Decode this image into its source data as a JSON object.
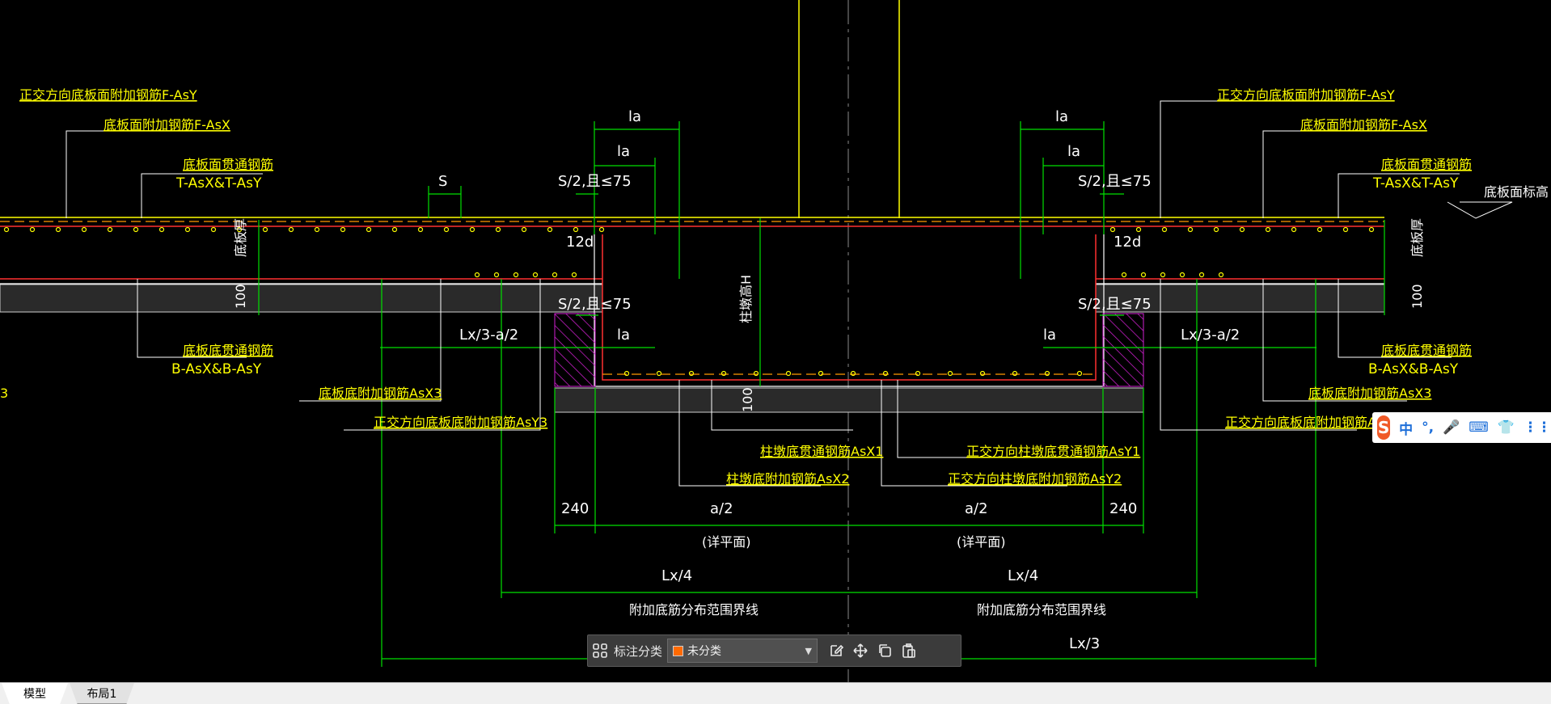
{
  "drawing": {
    "annotations_yellow": {
      "left_orth_top_add": "正交方向底板面附加钢筋F-AsY",
      "left_top_add": "底板面附加钢筋F-AsX",
      "left_top_through": "底板面贯通钢筋",
      "left_top_through_code": "T-AsX&T-AsY",
      "left_bot_through": "底板底贯通钢筋",
      "left_bot_through_code": "B-AsX&B-AsY",
      "left_bot_add": "底板底附加钢筋AsX3",
      "left_orth_bot_add": "正交方向底板底附加钢筋AsY3",
      "left_edge_fragment": "3",
      "right_orth_top_add": "正交方向底板面附加钢筋F-AsY",
      "right_top_add": "底板面附加钢筋F-AsX",
      "right_top_through": "底板面贯通钢筋",
      "right_top_through_code": "T-AsX&T-AsY",
      "right_bot_through": "底板底贯通钢筋",
      "right_bot_through_code": "B-AsX&B-AsY",
      "right_bot_add": "底板底附加钢筋AsX3",
      "right_orth_bot_add": "正交方向底板底附加钢筋AsY3",
      "pier_bot_through_x1": "柱墩底贯通钢筋AsX1",
      "pier_bot_add_x2": "柱墩底附加钢筋AsX2",
      "orth_pier_bot_through_y1": "正交方向柱墩底贯通钢筋AsY1",
      "orth_pier_bot_add_y2": "正交方向柱墩底附加钢筋AsY2"
    },
    "dims_white": {
      "la": "la",
      "s": "S",
      "s2_le75": "S/2,且≤75",
      "d12": "12d",
      "lx3_a2": "Lx/3-a/2",
      "slab_thk": "底板厚",
      "h100": "100",
      "pier_h": "柱墩高H",
      "d240": "240",
      "a2": "a/2",
      "plan_note": "(详平面)",
      "lx4": "Lx/4",
      "dist_line": "附加底筋分布范围界线",
      "lx3": "Lx/3",
      "slab_top_elev": "底板面标高"
    }
  },
  "toolbar": {
    "label": "标注分类",
    "selected": "未分类",
    "swatch_color": "#ff6a00"
  },
  "ime": {
    "logo": "S",
    "lang": "中",
    "punct": "°,",
    "mic": "🎤",
    "keyboard": "⌨",
    "skin": "👕",
    "more": "⋮⋮"
  },
  "tabs": {
    "model": "模型",
    "layout1": "布局1"
  }
}
